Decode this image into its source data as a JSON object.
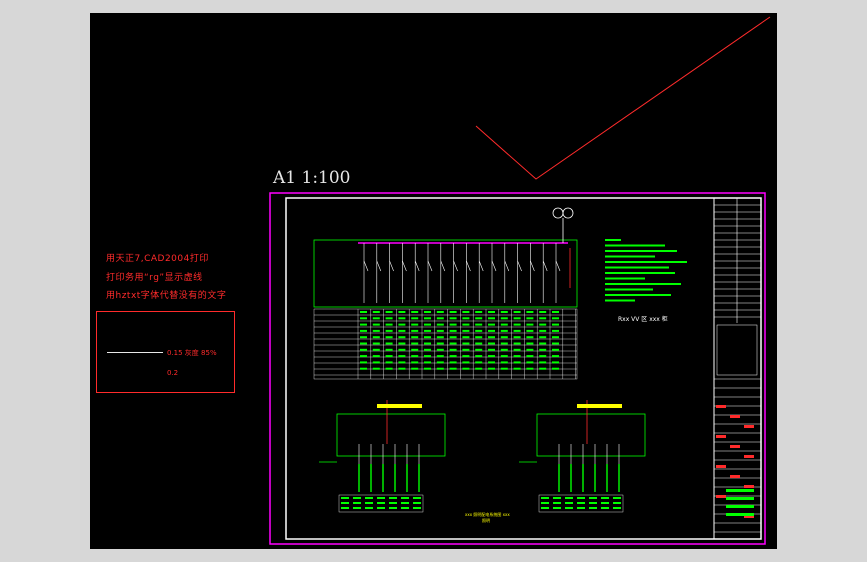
{
  "scale_label": "A1  1:100",
  "notes": {
    "line1": "用天正7,CAD2004打印",
    "line2": "打印务用“rg”显示虚线",
    "line3": "用hztxt字体代替没有的文字"
  },
  "legend": {
    "text1": "0.15 灰度 85%",
    "text2": "0.2"
  },
  "drawing": {
    "panel_title": "Rxx VV 区 xxx 柜",
    "sub_caption": "xxx 照明配电系统图 xxx",
    "sub_caption2": "照明"
  },
  "colors": {
    "background": "#000000",
    "frame": "#ff00ff",
    "border": "#ffffff",
    "cad_green": "#00ff00",
    "cad_red": "#ff2b2b",
    "cad_yellow": "#ffff00"
  }
}
